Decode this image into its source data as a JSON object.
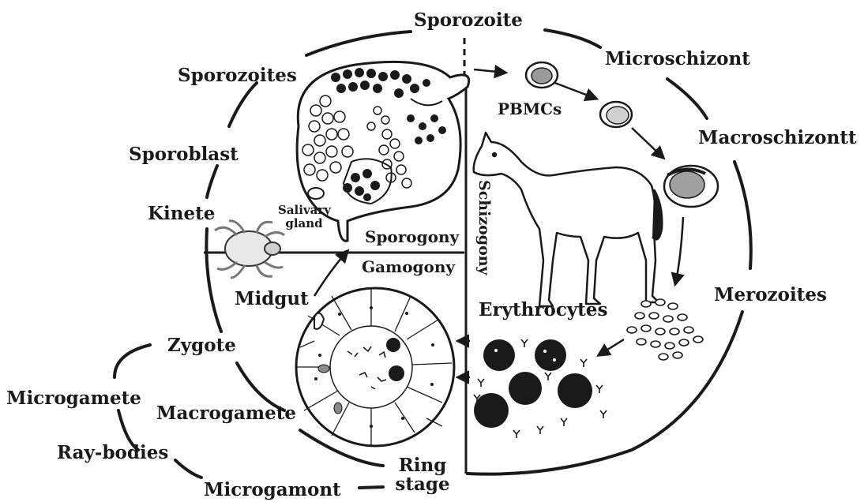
{
  "labels": {
    "sporozoite": "Sporozoite",
    "microschizont": "Microschizont",
    "sporozoites": "Sporozoites",
    "pbmcs": "PBMCs",
    "macroschizont": "Macroschizontt",
    "sporoblast": "Sporoblast",
    "kinete": "Kinete",
    "salivary_gland": "Salivary gland",
    "sporogony": "Sporogony",
    "gamogony": "Gamogony",
    "schizogony": "Schizogony",
    "midgut": "Midgut",
    "erythrocytes": "Erythrocytes",
    "merozoites": "Merozoites",
    "zygote": "Zygote",
    "microgamete": "Microgamete",
    "macrogamete": "Macrogamete",
    "ray_bodies": "Ray-bodies",
    "ring_stage": "Ring stage",
    "microgamont": "Microgamont"
  }
}
